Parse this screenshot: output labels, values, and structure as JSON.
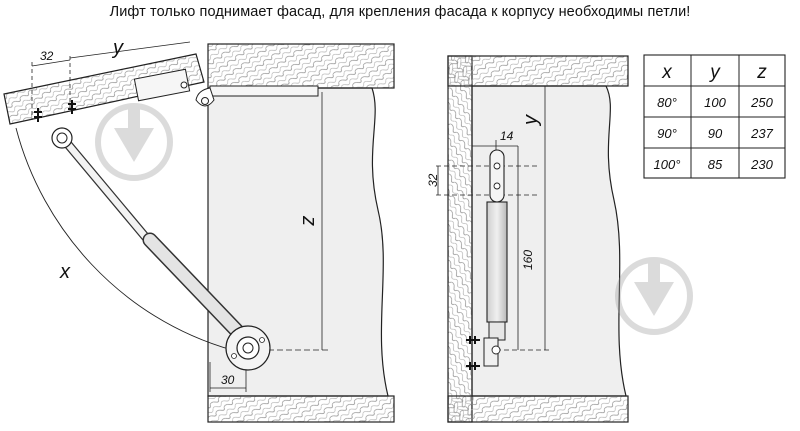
{
  "caption": "Лифт только поднимает фасад, для крепления фасада к корпусу необходимы петли!",
  "labels": {
    "x": "x",
    "y": "y",
    "z": "z",
    "dim_32": "32",
    "dim_30": "30",
    "dim_14": "14",
    "dim_160": "160"
  },
  "table": {
    "headers": [
      "x",
      "y",
      "z"
    ],
    "rows": [
      [
        "80°",
        "100",
        "250"
      ],
      [
        "90°",
        "90",
        "237"
      ],
      [
        "100°",
        "85",
        "230"
      ]
    ]
  }
}
